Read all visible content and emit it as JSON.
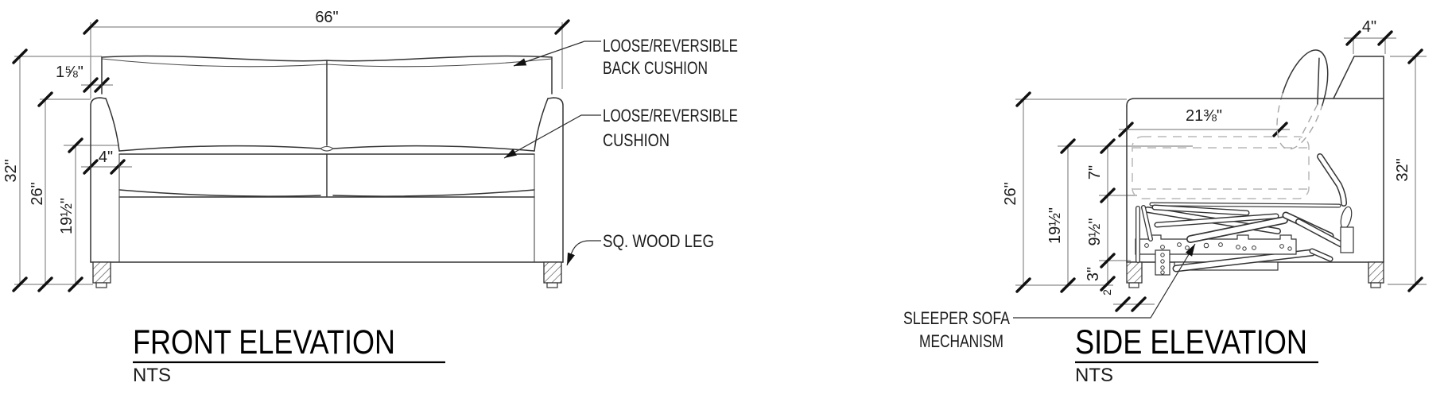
{
  "drawing": {
    "front": {
      "title": "FRONT ELEVATION",
      "scale": "NTS",
      "dims": {
        "overall_width": "66\"",
        "overall_height": "32\"",
        "arm_height": "26\"",
        "seat_height": "19½\"",
        "back_inset": "1⅝\"",
        "arm_width": "4\""
      },
      "labels": {
        "back_cushion_line1": "LOOSE/REVERSIBLE",
        "back_cushion_line2": "BACK CUSHION",
        "seat_cushion_line1": "LOOSE/REVERSIBLE",
        "seat_cushion_line2": "CUSHION",
        "leg": "SQ. WOOD LEG"
      }
    },
    "side": {
      "title": "SIDE ELEVATION",
      "scale": "NTS",
      "dims": {
        "back_top_depth": "4\"",
        "overall_height": "32\"",
        "arm_height": "26\"",
        "seat_height": "19½\"",
        "seat_depth": "21⅜\"",
        "cushion_stack": "7\"",
        "mechanism_height": "9½\"",
        "base_height": "3\"",
        "leg_offset": "2"
      },
      "labels": {
        "mechanism_line1": "SLEEPER SOFA",
        "mechanism_line2": "MECHANISM"
      }
    }
  }
}
